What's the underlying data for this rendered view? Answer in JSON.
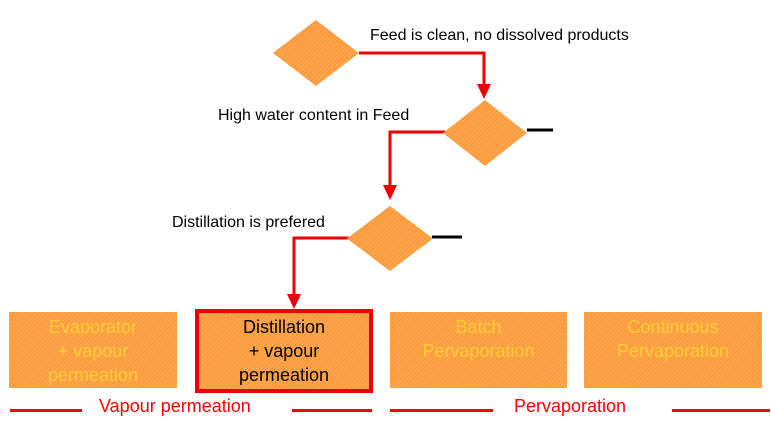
{
  "diagram": {
    "background": "#FFFFFF",
    "colors": {
      "node_fill": "#F9973A",
      "node_fill_light": "#FFA94F",
      "node_text_yellow": "#FFCC33",
      "arrow_red": "#EE0000",
      "legend_red": "#FF0000",
      "label_black": "#000000",
      "connector_black": "#000000"
    },
    "decisions": [
      {
        "label": "Feed is clean, no dissolved products"
      },
      {
        "label": "High water content in Feed"
      },
      {
        "label": "Distillation is prefered"
      }
    ],
    "outcomes": [
      {
        "lines": [
          "Evaporator",
          "+ vapour",
          "permeation"
        ],
        "highlighted": false
      },
      {
        "lines": [
          "Distillation",
          "+ vapour",
          "permeation"
        ],
        "highlighted": true
      },
      {
        "lines": [
          "Batch",
          "Pervaporation"
        ],
        "highlighted": false
      },
      {
        "lines": [
          "Continuous",
          "Pervaporation"
        ],
        "highlighted": false
      }
    ],
    "legend": [
      {
        "label": "Vapour permeation"
      },
      {
        "label": "Pervaporation"
      }
    ]
  }
}
